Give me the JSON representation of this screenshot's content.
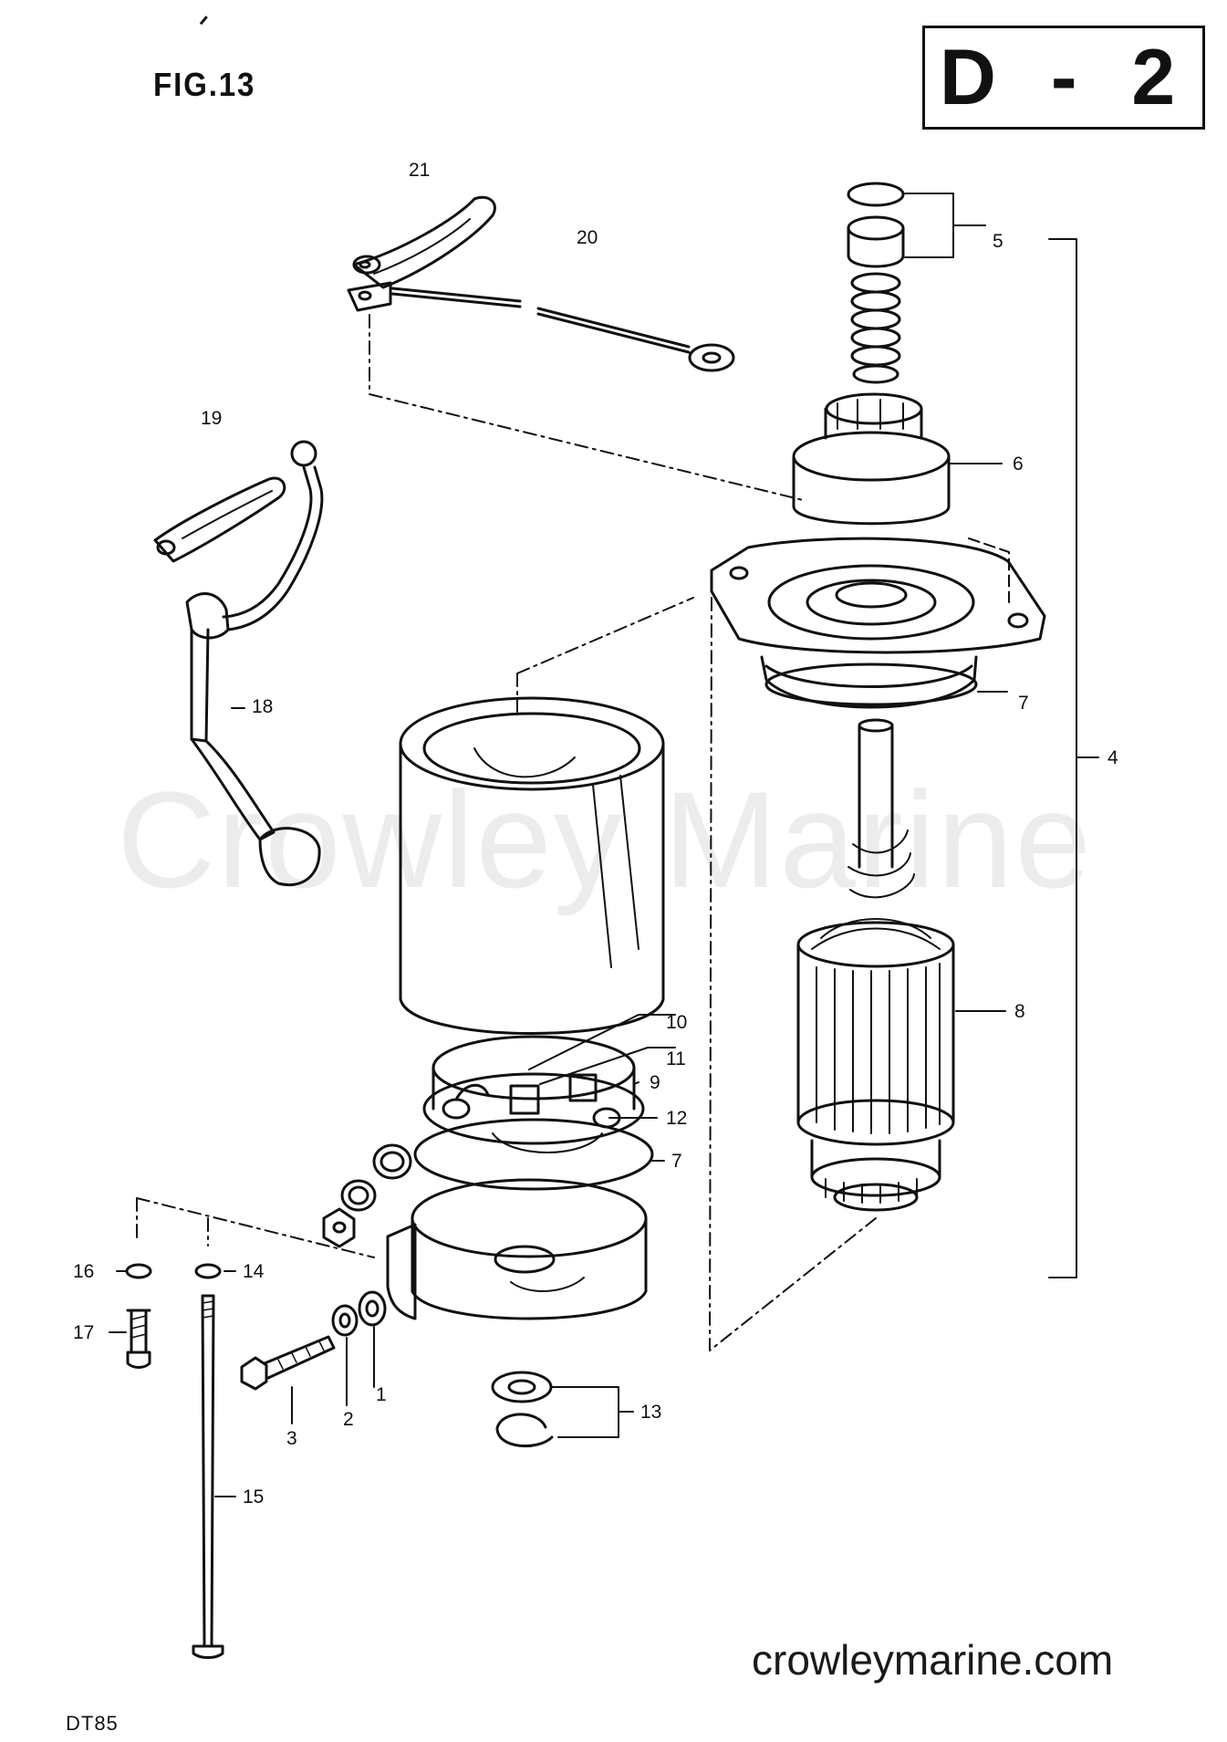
{
  "figure_label": "FIG.13",
  "corner_mark": "ᐟ",
  "page_code": "D - 2",
  "watermark": "Crowley Marine",
  "website": "crowleymarine.com",
  "model": "DT85",
  "callouts": {
    "c1": "1",
    "c2": "2",
    "c3": "3",
    "c4": "4",
    "c5": "5",
    "c6": "6",
    "c7a": "7",
    "c7b": "7",
    "c8": "8",
    "c9": "9",
    "c10": "10",
    "c11": "11",
    "c12": "12",
    "c13": "13",
    "c14": "14",
    "c15": "15",
    "c16": "16",
    "c17": "17",
    "c18": "18",
    "c19": "19",
    "c20": "20",
    "c21": "21"
  }
}
